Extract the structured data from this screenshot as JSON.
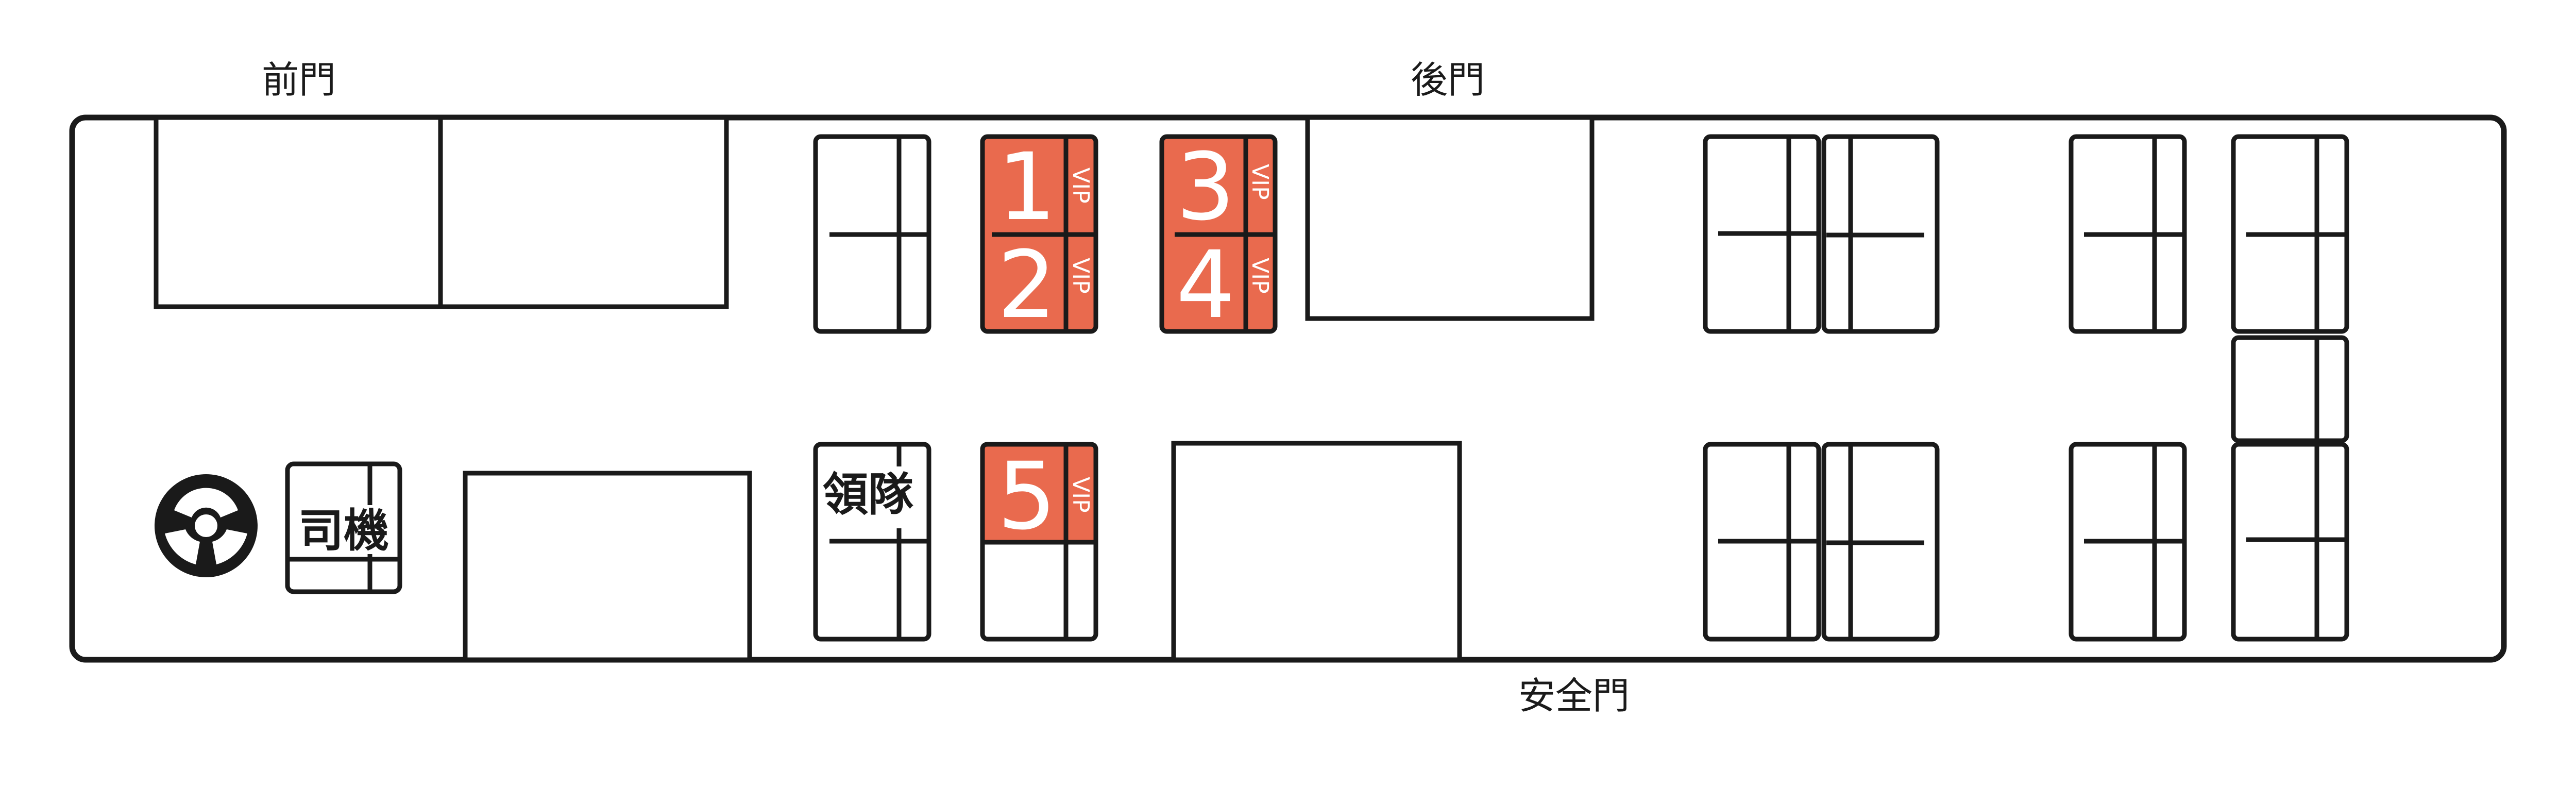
{
  "colors": {
    "vip_fill": "#E96A4E",
    "outline": "#1A1A1A",
    "background": "#FFFFFF"
  },
  "labels": {
    "front_door": "前門",
    "rear_door": "後門",
    "emergency_door": "安全門",
    "driver": "司機",
    "tour_leader": "領隊",
    "vip": "VIP"
  },
  "icons": {
    "driver_icon": "steering-wheel-icon"
  },
  "vip_seats": [
    {
      "number": "1",
      "tag": "VIP"
    },
    {
      "number": "2",
      "tag": "VIP"
    },
    {
      "number": "3",
      "tag": "VIP"
    },
    {
      "number": "4",
      "tag": "VIP"
    },
    {
      "number": "5",
      "tag": "VIP"
    }
  ]
}
